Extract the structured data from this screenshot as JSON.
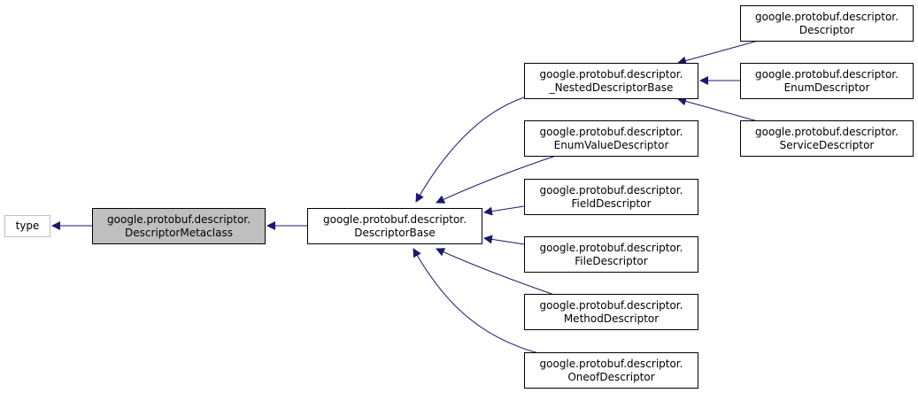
{
  "colors": {
    "edge": "#191970",
    "node_border": "#000000",
    "external_border": "#bfbfbf",
    "selected_fill": "#bfbfbf"
  },
  "nodes": {
    "type": {
      "line1": "type"
    },
    "metaclass": {
      "line1": "google.protobuf.descriptor.",
      "line2": "DescriptorMetaclass"
    },
    "base": {
      "line1": "google.protobuf.descriptor.",
      "line2": "DescriptorBase"
    },
    "nested": {
      "line1": "google.protobuf.descriptor.",
      "line2": "_NestedDescriptorBase"
    },
    "enumvalue": {
      "line1": "google.protobuf.descriptor.",
      "line2": "EnumValueDescriptor"
    },
    "field": {
      "line1": "google.protobuf.descriptor.",
      "line2": "FieldDescriptor"
    },
    "file": {
      "line1": "google.protobuf.descriptor.",
      "line2": "FileDescriptor"
    },
    "method": {
      "line1": "google.protobuf.descriptor.",
      "line2": "MethodDescriptor"
    },
    "oneof": {
      "line1": "google.protobuf.descriptor.",
      "line2": "OneofDescriptor"
    },
    "descriptor": {
      "line1": "google.protobuf.descriptor.",
      "line2": "Descriptor"
    },
    "enum": {
      "line1": "google.protobuf.descriptor.",
      "line2": "EnumDescriptor"
    },
    "service": {
      "line1": "google.protobuf.descriptor.",
      "line2": "ServiceDescriptor"
    }
  }
}
